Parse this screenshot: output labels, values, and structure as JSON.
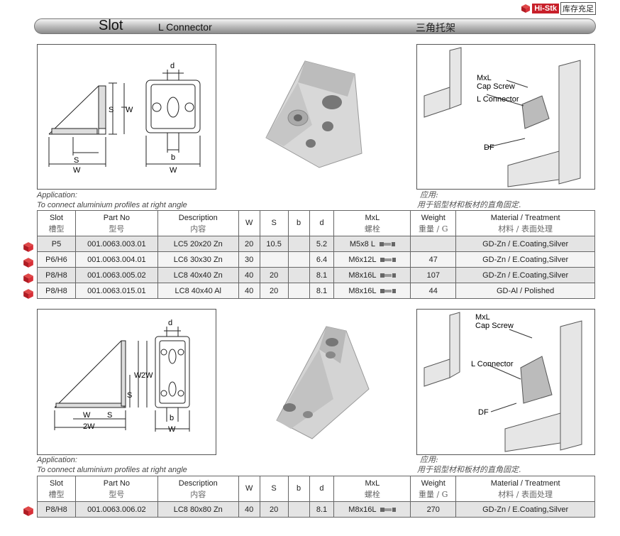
{
  "brand": {
    "name": "Hi-Stk",
    "tagline": "库存充足"
  },
  "header": {
    "slot": "Slot",
    "product": "L Connector",
    "product_cn": "三角托架"
  },
  "section1": {
    "dims": {
      "d": "d",
      "W": "W",
      "S": "S",
      "b": "b"
    },
    "assembly": {
      "mxl": "MxL",
      "cap": "Cap Screw",
      "lconn": "L Connector",
      "df": "DF"
    },
    "application": "Application:",
    "application_desc": "To connect aluminium profiles at right angle",
    "application_cn": "应用:",
    "application_cn_desc": "用于铝型材和板材的直角固定."
  },
  "section2": {
    "dims": {
      "d": "d",
      "W": "W",
      "W2": "2W",
      "S": "S",
      "b": "b"
    },
    "assembly": {
      "mxl": "MxL",
      "cap": "Cap Screw",
      "lconn": "L Connector",
      "df": "DF"
    },
    "application": "Application:",
    "application_desc": "To connect aluminium profiles at right angle",
    "application_cn": "应用:",
    "application_cn_desc": "用于铝型材和板材的直角固定."
  },
  "table_headers": {
    "slot": "Slot",
    "slot_cn": "槽型",
    "part": "Part No",
    "part_cn": "型号",
    "desc": "Description",
    "desc_cn": "内容",
    "w": "W",
    "s": "S",
    "b": "b",
    "d": "d",
    "mxl": "MxL",
    "mxl_cn": "螺栓",
    "weight": "Weight",
    "weight_cn": "重量 / G",
    "material": "Material / Treatment",
    "material_cn": "材料 / 表面处理"
  },
  "table1": [
    {
      "slot": "P5",
      "part": "001.0063.003.01",
      "desc": "LC5 20x20 Zn",
      "w": "20",
      "s": "10.5",
      "b": "",
      "d": "5.2",
      "mxl": "M5x8 L",
      "weight": "",
      "material": "GD-Zn / E.Coating,Silver"
    },
    {
      "slot": "P6/H6",
      "part": "001.0063.004.01",
      "desc": "LC6 30x30 Zn",
      "w": "30",
      "s": "",
      "b": "",
      "d": "6.4",
      "mxl": "M6x12L",
      "weight": "47",
      "material": "GD-Zn / E.Coating,Silver"
    },
    {
      "slot": "P8/H8",
      "part": "001.0063.005.02",
      "desc": "LC8 40x40 Zn",
      "w": "40",
      "s": "20",
      "b": "",
      "d": "8.1",
      "mxl": "M8x16L",
      "weight": "107",
      "material": "GD-Zn / E.Coating,Silver"
    },
    {
      "slot": "P8/H8",
      "part": "001.0063.015.01",
      "desc": "LC8 40x40 Al",
      "w": "40",
      "s": "20",
      "b": "",
      "d": "8.1",
      "mxl": "M8x16L",
      "weight": "44",
      "material": "GD-Al / Polished"
    }
  ],
  "table2": [
    {
      "slot": "P8/H8",
      "part": "001.0063.006.02",
      "desc": "LC8 80x80 Zn",
      "w": "40",
      "s": "20",
      "b": "",
      "d": "8.1",
      "mxl": "M8x16L",
      "weight": "270",
      "material": "GD-Zn / E.Coating,Silver"
    }
  ],
  "colors": {
    "brand_red": "#c8202a",
    "row_odd": "#e4e4e4",
    "row_even": "#f4f4f4"
  }
}
